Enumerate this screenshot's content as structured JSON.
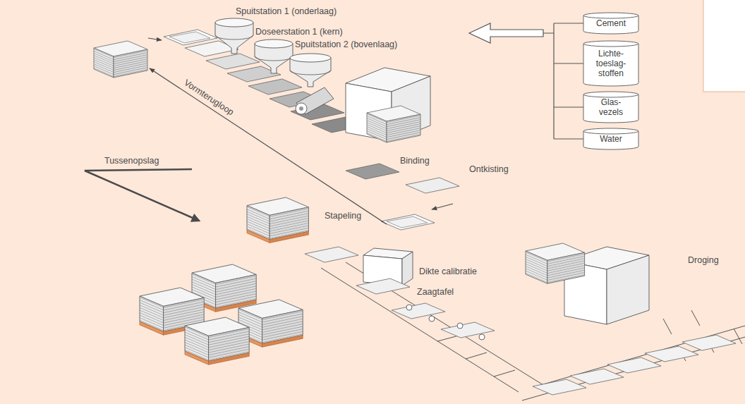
{
  "diagram": {
    "nodes": [
      {
        "text": [
          "Cement"
        ]
      },
      {
        "text": [
          "Lichte- toeslag- stoffen"
        ]
      },
      {
        "text": [
          "Glas- vezels"
        ]
      },
      {
        "text": [
          "Water"
        ]
      }
    ],
    "labels": [
      "Spuitstation 1 (onderlaag)",
      "Doseerstation 1 (kern)",
      "Spuitstation 2 (bovenlaag)",
      "Vormterugloop",
      "Binding",
      "Tussenopslag",
      "Stapeling",
      "Ontkisting",
      "Droging",
      "Dikte calibratie",
      "Zaagtafel"
    ]
  }
}
